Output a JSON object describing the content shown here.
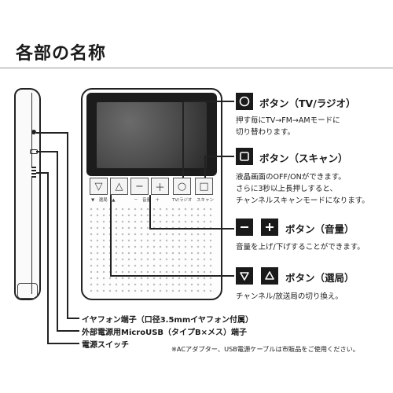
{
  "page": {
    "title": "各部の名称"
  },
  "device": {
    "button_glyphs": [
      "▽",
      "△",
      "−",
      "＋",
      "○",
      "□"
    ],
    "button_labels": [
      "▼　選局　▲",
      "－　音量　＋",
      "TV/ラジオ",
      "スキャン"
    ]
  },
  "features": [
    {
      "icon": "circle-button-icon",
      "title": "ボタン（TV/ラジオ）",
      "desc": [
        "押す毎にTV→FM→AMモードに",
        "切り替わります。"
      ]
    },
    {
      "icon": "square-button-icon",
      "title": "ボタン（スキャン）",
      "desc": [
        "液晶画面のOFF/ONができます。",
        "さらに3秒以上長押しすると、",
        "チャンネルスキャンモードになります。"
      ]
    },
    {
      "icon": "minus-plus-buttons-icon",
      "title": "ボタン（音量）",
      "desc": [
        "音量を上げ/下げすることができます。"
      ]
    },
    {
      "icon": "down-up-buttons-icon",
      "title": "ボタン（選局）",
      "desc": [
        "チャンネル/放送局の切り換え。"
      ]
    }
  ],
  "callouts": [
    "イヤフォン端子（口径3.5mmイヤフォン付属）",
    "外部電源用MicroUSB（タイプB×メス）端子",
    "電源スイッチ"
  ],
  "note": "※ACアダプター、USB電源ケーブルは市販品をご使用ください。"
}
